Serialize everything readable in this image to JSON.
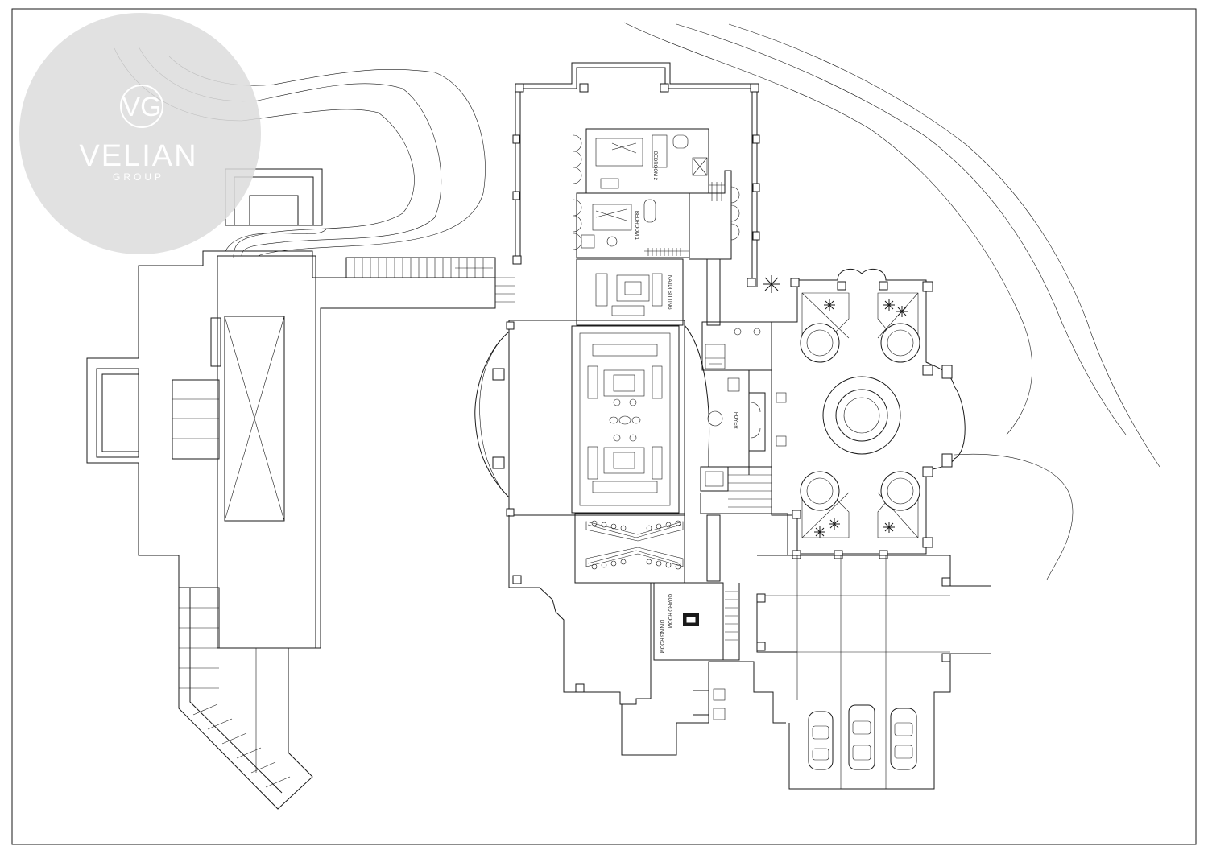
{
  "brand": {
    "name": "VELIAN",
    "sub": "GROUP",
    "monogram": "VG",
    "badge_color": "#dcdcdc"
  },
  "plan": {
    "rooms": {
      "bedroom_1": "BEDROOM 1",
      "bedroom_2": "BEDROOM 2",
      "najdi_sitting": "NAJDI SITTING",
      "foyer": "FOYER",
      "dining_room": "DINING ROOM",
      "guard_room": "GUARD ROOM"
    },
    "line_color": "#1a1a1a"
  }
}
